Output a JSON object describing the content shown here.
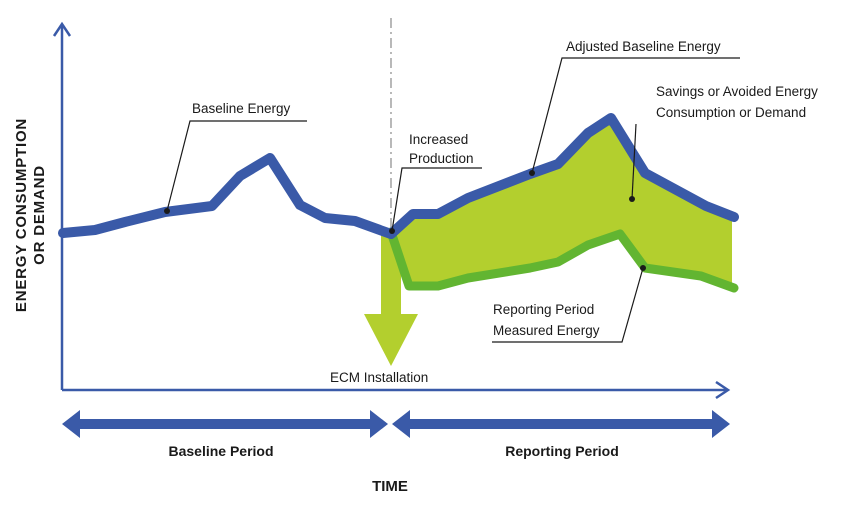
{
  "axes": {
    "y_label_line1": "ENERGY CONSUMPTION",
    "y_label_line2": "OR DEMAND",
    "x_label": "TIME"
  },
  "periods": {
    "baseline": "Baseline Period",
    "reporting": "Reporting Period"
  },
  "annotations": {
    "baseline_energy": "Baseline Energy",
    "increased_production_line1": "Increased",
    "increased_production_line2": "Production",
    "adjusted_baseline": "Adjusted Baseline Energy",
    "savings_line1": "Savings or Avoided Energy",
    "savings_line2": "Consumption or Demand",
    "measured_line1": "Reporting Period",
    "measured_line2": "Measured Energy",
    "ecm": "ECM Installation"
  },
  "colors": {
    "baseline_line": "#3a5aa8",
    "savings_fill": "#b3cf2e",
    "measured_line": "#62b531",
    "axis": "#3a5aa8",
    "arrow_green": "#b3cf2e"
  }
}
